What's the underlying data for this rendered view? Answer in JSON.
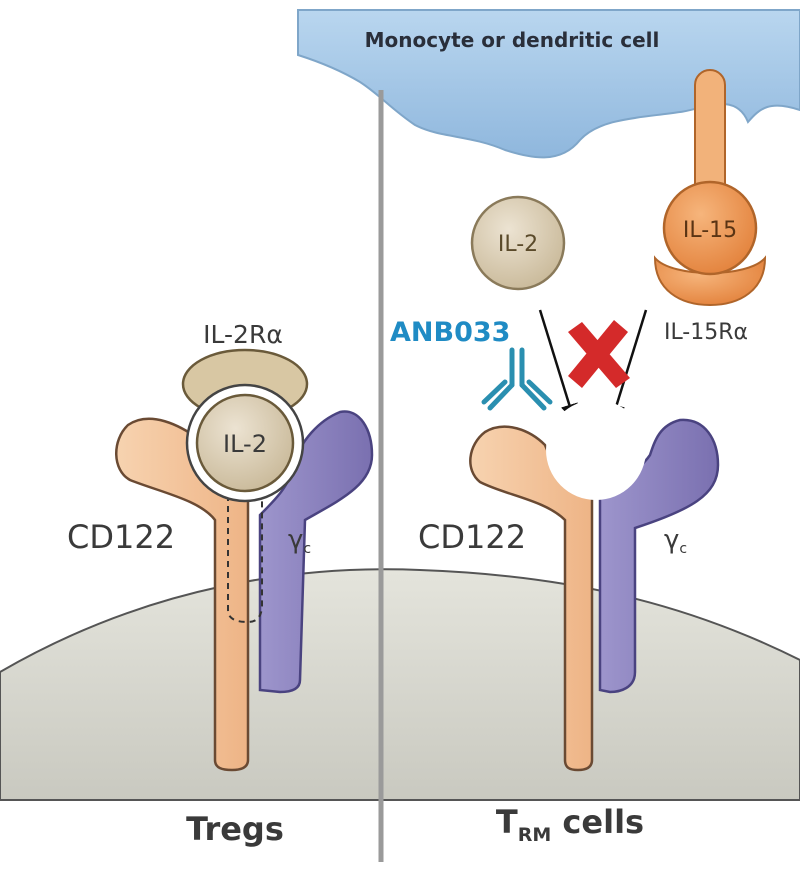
{
  "top_cell_label": "Monocyte or dendritic cell",
  "left_panel": {
    "receptor_alpha_label": "IL-2Rα",
    "ligand_label": "IL-2",
    "beta_chain_label": "CD122",
    "gamma_chain_label": "γ",
    "gamma_subscript": "c",
    "cell_type_label": "Tregs"
  },
  "right_panel": {
    "free_ligand_label": "IL-2",
    "trans_ligand_label": "IL-15",
    "trans_receptor_label": "IL-15Rα",
    "antibody_label": "ANB033",
    "beta_chain_label": "CD122",
    "gamma_chain_label": "γ",
    "gamma_subscript": "c",
    "cell_type_main": "T",
    "cell_type_subscript": "RM",
    "cell_type_suffix": " cells"
  },
  "colors": {
    "top_cell_fill": "#a9c9e6",
    "cd122_fill": "#f4c29a",
    "gamma_chain_fill": "#8e85bf",
    "il2_fill": "#d9ccb4",
    "il2ra_fill": "#d8c7a3",
    "il15_fill": "#ee9a55",
    "antibody_color": "#2a8fb0",
    "antibody_label_color": "#1f8bc4",
    "block_x_color": "#d42a2a",
    "cell_membrane_fill": "#d6d6cf",
    "divider_color": "#9a9a9a"
  }
}
